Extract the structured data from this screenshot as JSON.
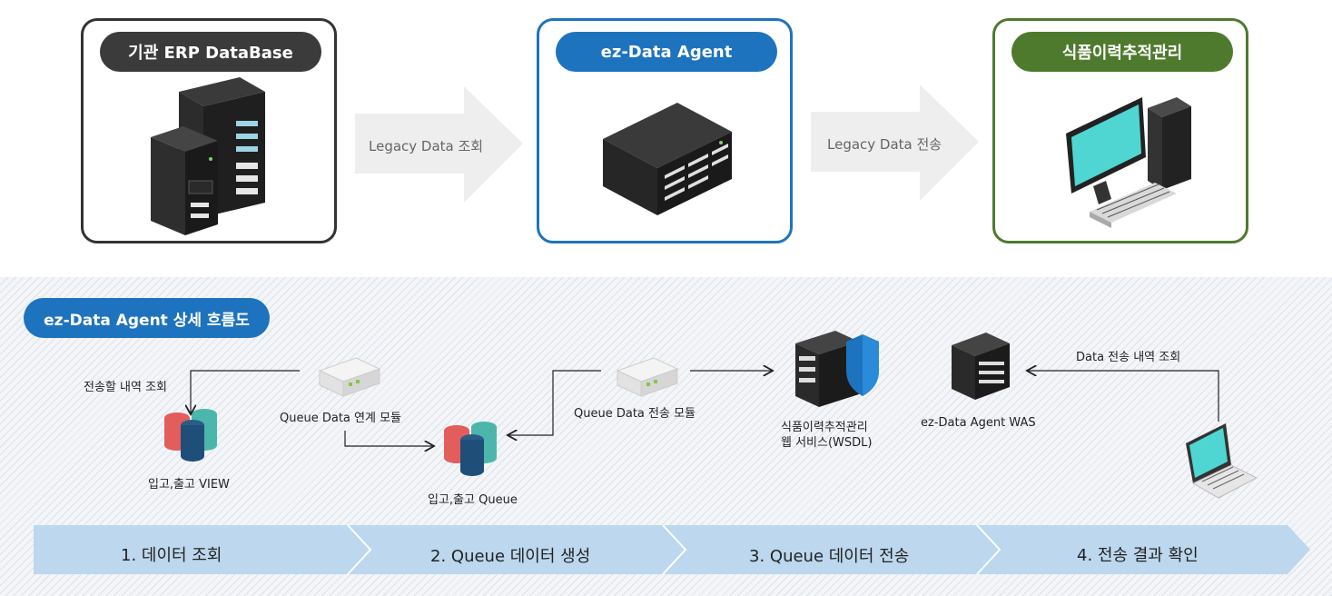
{
  "top": {
    "erp_title": "기관 ERP DataBase",
    "agent_title": "ez-Data Agent",
    "food_title": "식품이력추적관리",
    "arrow1_label": "Legacy Data 조회",
    "arrow2_label": "Legacy Data 전송"
  },
  "detail": {
    "title": "ez-Data Agent 상세 흐름도",
    "query_label": "전송할 내역 조회",
    "view_label": "입고,출고 VIEW",
    "queue_module_label": "Queue Data 연계 모듈",
    "queue_label": "입고,출고 Queue",
    "send_module_label": "Queue Data 전송 모듈",
    "wsdl_label_1": "식품이력추적관리",
    "wsdl_label_2": "웹 서비스(WSDL)",
    "was_label": "ez-Data Agent WAS",
    "check_label": "Data 전송 내역 조회"
  },
  "steps": [
    "1. 데이터 조회",
    "2. Queue 데이터 생성",
    "3. Queue 데이터 전송",
    "4. 전송 결과 확인"
  ],
  "colors": {
    "erp_border": "#333333",
    "agent_border": "#1e73be",
    "food_border": "#4e7a2e",
    "erp_pill": "#3b3b3b",
    "agent_pill": "#1e73be",
    "food_pill": "#4e7a2e",
    "step_fill": "#bcd7ee"
  }
}
